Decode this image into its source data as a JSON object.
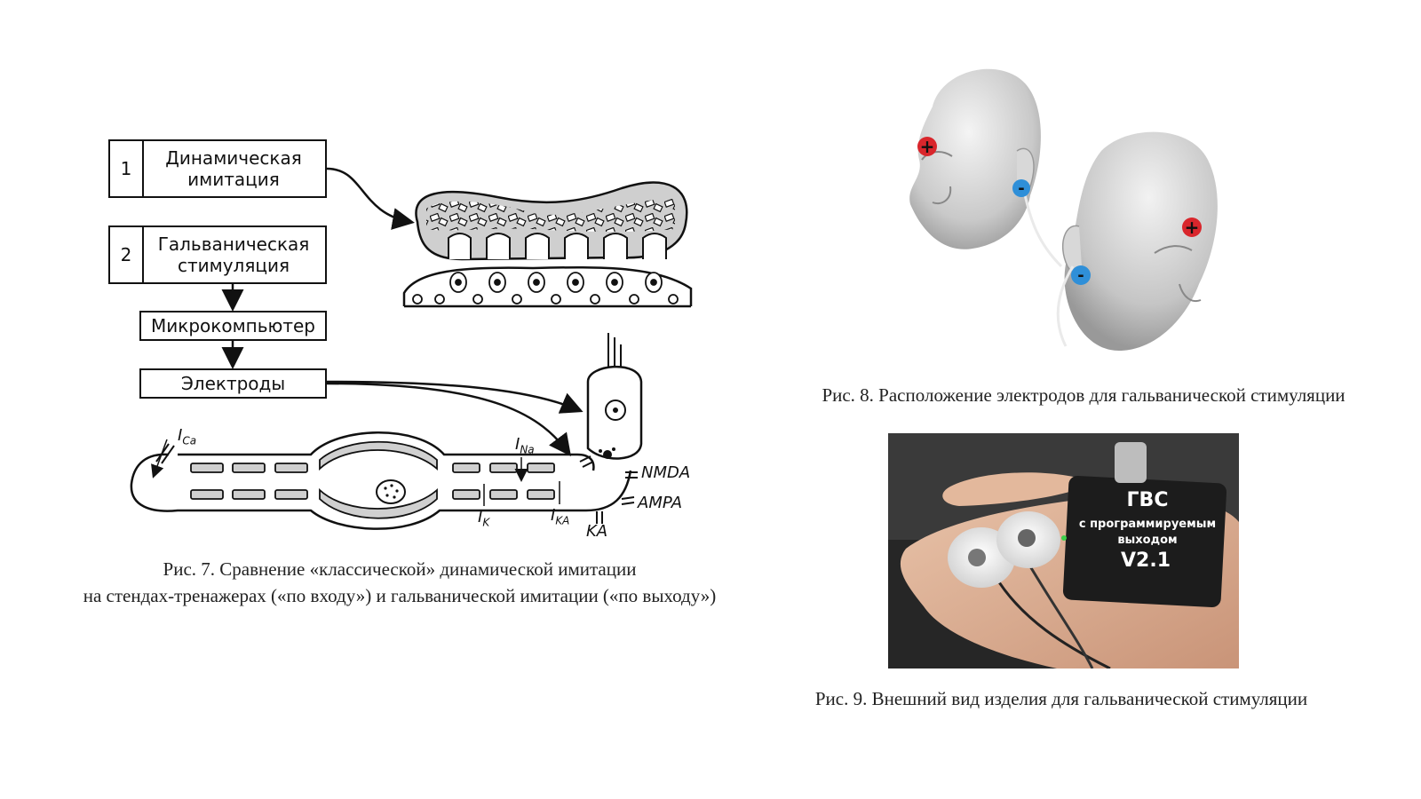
{
  "fig7": {
    "box1_num": "1",
    "box1_label": "Динамическая имитация",
    "box2_num": "2",
    "box2_label": "Гальваническая стимуляция",
    "box3_label": "Микрокомпьютер",
    "box4_label": "Электроды",
    "labels": {
      "ica": "I",
      "ica_sub": "Ca",
      "ina": "I",
      "ina_sub": "Na",
      "ik": "I",
      "ik_sub": "K",
      "ika": "I",
      "ika_sub": "KA",
      "nmda": "NMDA",
      "ampa": "AMPA",
      "ka": "KA"
    },
    "caption_line1": "Рис. 7. Сравнение «классической» динамической имитации",
    "caption_line2": "на стендах-тренажерах («по входу») и гальванической имитации («по выходу»)"
  },
  "fig8": {
    "plus_sign": "+",
    "minus_sign": "-",
    "caption": "Рис. 8. Расположение электродов для гальванической стимуляции"
  },
  "fig9": {
    "device_line1": "ГВС",
    "device_line2": "с программируемым",
    "device_line3": "выходом",
    "device_line4": "V2.1",
    "caption": "Рис. 9. Внешний вид изделия для гальванической стимуляции"
  },
  "colors": {
    "plus_electrode": "#d9262c",
    "minus_electrode": "#2f8fd8",
    "device_body": "#1c1c1c"
  }
}
